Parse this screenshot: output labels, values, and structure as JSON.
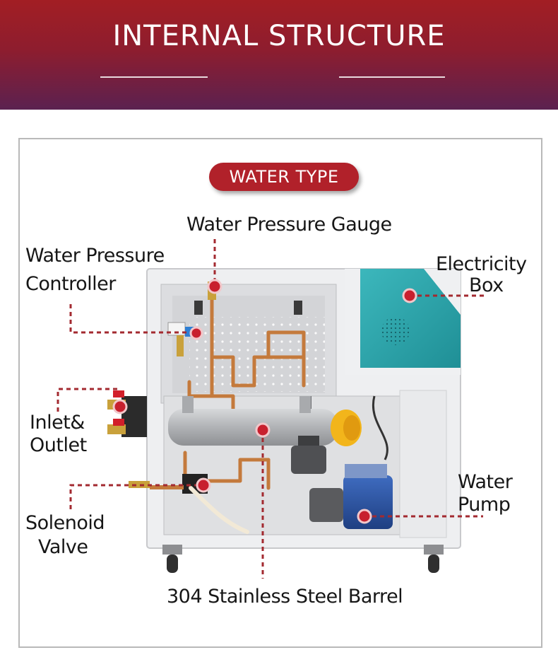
{
  "banner": {
    "title": "INTERNAL STRUCTURE"
  },
  "badge": {
    "label": "WATER TYPE"
  },
  "labels": {
    "pressure_gauge": "Water Pressure Gauge",
    "pressure_controller_1": "Water Pressure",
    "pressure_controller_2": "Controller",
    "electricity_box_1": "Electricity",
    "electricity_box_2": "Box",
    "inlet_outlet_1": "Inlet&",
    "inlet_outlet_2": "Outlet",
    "water_pump_1": "Water",
    "water_pump_2": "Pump",
    "solenoid_valve_1": "Solenoid",
    "solenoid_valve_2": "Valve",
    "barrel": "304 Stainless Steel Barrel"
  },
  "colors": {
    "banner_top": "#a21e24",
    "banner_bottom": "#5b2150",
    "accent_red": "#b1212a",
    "marker_red": "#c8202e",
    "leader_red": "#a32a30",
    "cabinet_panel": "#e9eaec",
    "electric_box_teal": "#2eaab0",
    "pump_blue": "#2d57a8",
    "copper": "#c47a3c",
    "barrel_gray": "#b7b9bc",
    "barrel_cap_yellow": "#f2b51b"
  }
}
